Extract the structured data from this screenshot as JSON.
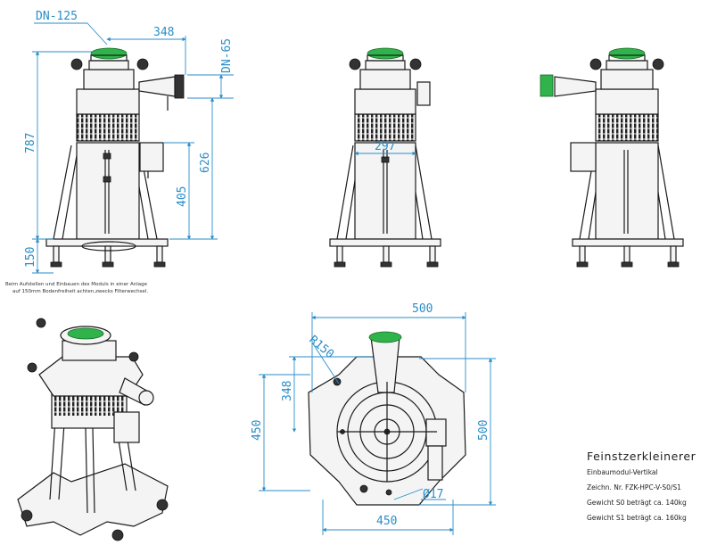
{
  "dimensions": {
    "dn125": "DN-125",
    "d348_top": "348",
    "dn65": "DN-65",
    "d787": "787",
    "d626": "626",
    "d405": "405",
    "d150": "150",
    "d297": "297",
    "d500_top": "500",
    "r150": "R150",
    "d348_left": "348",
    "d450_left": "450",
    "d500_right": "500",
    "d17": "Ø17",
    "d450_bottom": "450"
  },
  "note": {
    "line1": "Beim Aufstellen und Einbauen des Moduls in einer Anlage",
    "line2": "auf 150mm Bodenfreiheit achten,zwecks Filterwechsel."
  },
  "title_block": {
    "title": "Feinstzerkleinerer",
    "subtitle": "Einbaumodul-Vertikal",
    "drawing_no": "Zeichn. Nr. FZK-HPC-V-S0/S1",
    "weight_s0": "Gewicht S0 beträgt ca. 140kg",
    "weight_s1": "Gewicht S1 beträgt ca. 160kg"
  },
  "colors": {
    "dimension": "#2a8ec8",
    "outline": "#1a1a1a",
    "accent": "#2fb34a"
  }
}
